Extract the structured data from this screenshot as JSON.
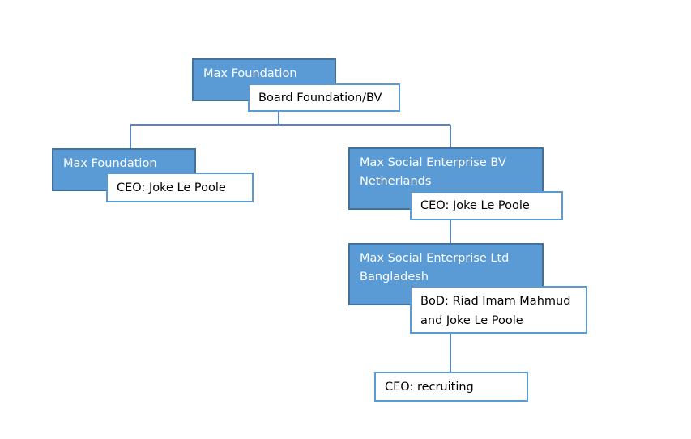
{
  "org_chart": {
    "top": {
      "title": "Max Foundation",
      "subtitle": "Board Foundation/BV"
    },
    "left": {
      "title": "Max Foundation",
      "subtitle": "CEO: Joke Le Poole"
    },
    "right": {
      "title_line1": "Max Social Enterprise  BV",
      "title_line2": "Netherlands",
      "subtitle": "CEO: Joke Le Poole"
    },
    "bangladesh": {
      "title_line1": "Max Social Enterprise  Ltd",
      "title_line2": "Bangladesh",
      "subtitle_line1": "BoD: Riad Imam Mahmud",
      "subtitle_line2": "and Joke Le Poole"
    },
    "bottom": {
      "label": "CEO: recruiting"
    }
  },
  "colors": {
    "node_fill": "#5b9bd5",
    "node_border": "#41719c",
    "connector": "#5b83c4",
    "label_border": "#5b9bd5"
  }
}
